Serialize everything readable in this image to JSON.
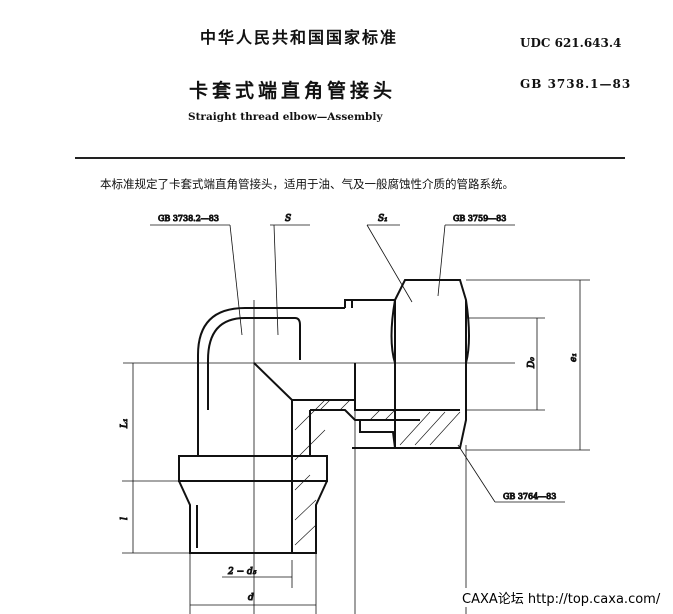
{
  "header": {
    "standard_org": "中华人民共和国国家标准",
    "udc": "UDC  621.643.4",
    "title_cn": "卡套式端直角管接头",
    "standard_no": "GB  3738.1—83",
    "title_en": "Straight thread elbow—Assembly"
  },
  "body": {
    "scope_text": "本标准规定了卡套式端直角管接头，适用于油、气及一般腐蚀性介质的管路系统。"
  },
  "drawing": {
    "callouts": {
      "body_ref": "GB  3738.2—83",
      "s": "S",
      "s1": "S₁",
      "nut_ref": "GB  3759—83",
      "ferrule_ref": "GB  3764—83"
    },
    "dims": {
      "l1": "L₁",
      "l": "l",
      "d5": "2 − d₅",
      "d": "d",
      "d0": "D₀",
      "e1": "e₁"
    }
  },
  "watermark": "CAXA论坛 http://top.caxa.com/"
}
